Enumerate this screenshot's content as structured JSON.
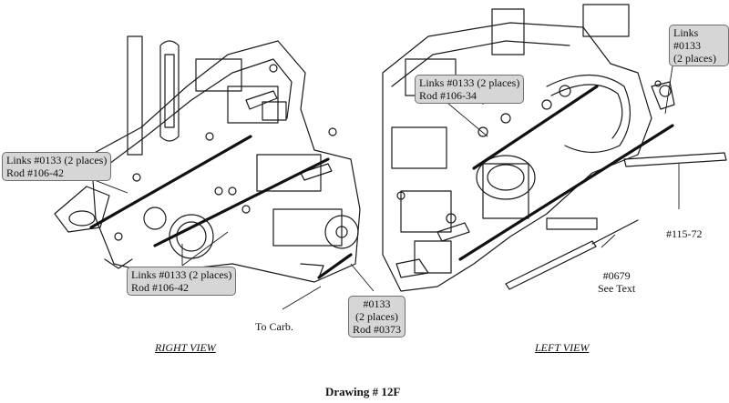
{
  "drawing_title": "Drawing # 12F",
  "views": {
    "right": "RIGHT VIEW",
    "left": "LEFT VIEW"
  },
  "callouts": {
    "links_rod_106_42_top": "Links #0133 (2 places)\nRod #106-42",
    "links_rod_106_42_bottom": "Links #0133 (2 places)\nRod #106-42",
    "links_rod_106_34": "Links #0133 (2 places)\nRod #106-34",
    "links_0133_right": "Links #0133\n(2 places)",
    "link_0133_rod_0373": "#0133\n(2 places)\nRod #0373",
    "to_carb": "To Carb.",
    "part_0679": "#0679\nSee Text",
    "part_115_72": "#115-72"
  },
  "colors": {
    "line": "#1a1a1a",
    "callout_fill": "#d6d6d6",
    "callout_border": "#6f6f6f"
  }
}
